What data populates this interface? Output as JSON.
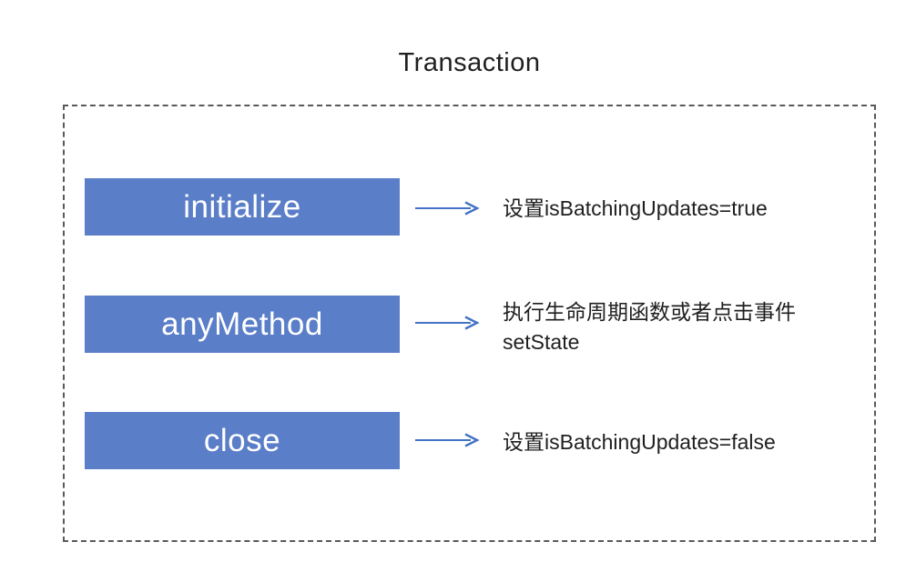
{
  "title": "Transaction",
  "steps": [
    {
      "label": "initialize",
      "description": "设置isBatchingUpdates=true"
    },
    {
      "label": "anyMethod",
      "description": "执行生命周期函数或者点击事件\nsetState"
    },
    {
      "label": "close",
      "description": "设置isBatchingUpdates=false"
    }
  ],
  "icons": [
    {
      "name": "right-arrow-icon",
      "glyph": "→"
    }
  ],
  "colors": {
    "box_fill": "#5B7EC8",
    "box_text": "#FFFFFF",
    "arrow": "#4472C4",
    "frame_border": "#595959",
    "text": "#1F1F1F",
    "background": "#FFFFFF"
  }
}
